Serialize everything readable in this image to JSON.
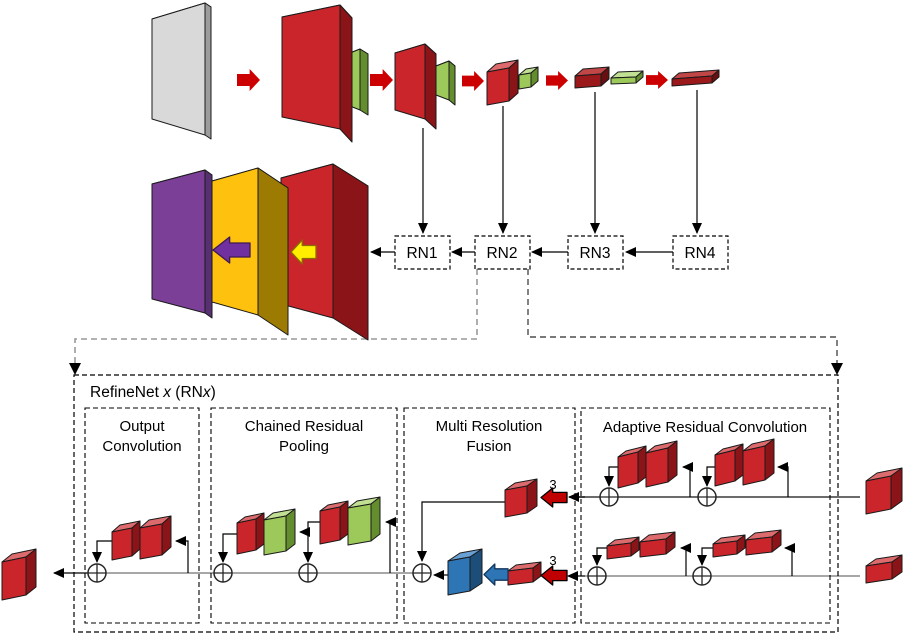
{
  "diagram": {
    "refinenet_title": {
      "p1": "RefineNet ",
      "x1": "x",
      "p2": " (RN",
      "x2": "x",
      "p3": ")"
    },
    "rn_nodes": [
      {
        "label": "RN1"
      },
      {
        "label": "RN2"
      },
      {
        "label": "RN3"
      },
      {
        "label": "RN4"
      }
    ],
    "modules": {
      "output_convolution": {
        "line1": "Output",
        "line2": "Convolution"
      },
      "chained_residual_pooling": {
        "line1": "Chained Residual",
        "line2": "Pooling"
      },
      "multi_resolution_fusion": {
        "line1": "Multi Resolution",
        "line2": "Fusion"
      },
      "adaptive_residual_convolution": {
        "line1": "Adaptive Residual  Convolution"
      }
    },
    "labels": {
      "mrf_top_conv": "3",
      "mrf_bottom_conv": "3"
    }
  },
  "palette": {
    "red": {
      "front": "#c9252b",
      "top": "#dd6b6e",
      "side": "#8a1417"
    },
    "darkred": {
      "front": "#9c191b",
      "top": "#c04648",
      "side": "#671012"
    },
    "green": {
      "front": "#9cc959",
      "top": "#c1e093",
      "side": "#648d2e"
    },
    "gray": {
      "front": "#d9d9d9",
      "top": "#cfcfcf",
      "side": "#9c9c9c"
    },
    "purple": {
      "front": "#7b3f97",
      "top": "#9764b3",
      "side": "#563070"
    },
    "gold": {
      "front": "#fec10d",
      "top": "#fdd55a",
      "side": "#9d7b03"
    },
    "blue": {
      "front": "#2e75b6",
      "top": "#69a0d4",
      "side": "#1d4e79"
    },
    "arrow_red": "#cc0000",
    "arrow_red_dark": "#c00000",
    "arrow_yellow": "#ffee00",
    "arrow_purple": "#7030a0",
    "arrow_blue": "#2e75b6",
    "wire_black": "#1a1a1a",
    "wire_gray": "#8a8a8a",
    "wire_darkgray": "#3a3a3a",
    "dash_gray": "#999999",
    "dash_dark": "#4d4d4d"
  }
}
